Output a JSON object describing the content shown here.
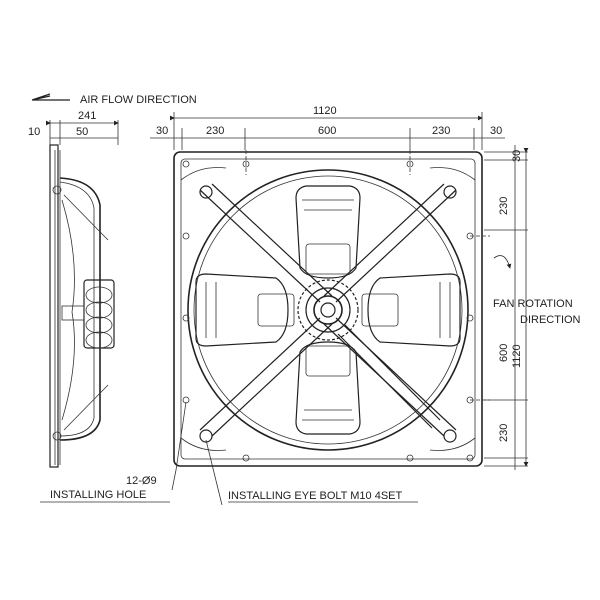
{
  "labels": {
    "air_flow": "AIR FLOW DIRECTION",
    "fan_rotation_1": "FAN ROTATION",
    "fan_rotation_2": "DIRECTION",
    "hole_count": "12-Ø9",
    "installing_hole": "INSTALLING HOLE",
    "eye_bolt": "INSTALLING EYE BOLT M10 4SET"
  },
  "dimensions": {
    "side_total": "241",
    "side_left": "10",
    "side_right": "50",
    "front_total": "1120",
    "front_seg_1": "30",
    "front_seg_2": "230",
    "front_seg_3": "600",
    "front_seg_4": "230",
    "front_seg_5": "30",
    "right_seg_1": "30",
    "right_seg_2": "230",
    "right_seg_3": "600",
    "right_seg_4": "230",
    "right_total": "1120"
  },
  "colors": {
    "line": "#222222",
    "background": "#ffffff"
  }
}
